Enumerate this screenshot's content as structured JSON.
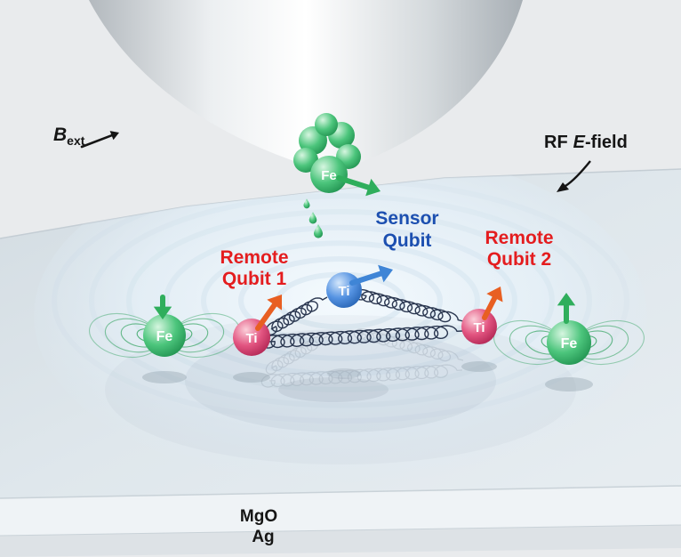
{
  "labels": {
    "b_ext": {
      "symbol": "B",
      "subscript": "ext",
      "color": "#151515"
    },
    "rf_field": {
      "prefix": "RF",
      "symbol": "E",
      "suffix": "-field",
      "color": "#151515"
    },
    "sensor_qubit": {
      "line1": "Sensor",
      "line2": "Qubit",
      "color": "#1c4fb0"
    },
    "remote_qubit_1": {
      "line1": "Remote",
      "line2": "Qubit 1",
      "color": "#e41d1f"
    },
    "remote_qubit_2": {
      "line1": "Remote",
      "line2": "Qubit 2",
      "color": "#e41d1f"
    },
    "substrate_layer_top": {
      "text": "MgO",
      "color": "#151515"
    },
    "substrate_layer_bottom": {
      "text": "Ag",
      "color": "#151515"
    }
  },
  "atoms": {
    "tip_fe": {
      "label": "Fe",
      "color": "#1f9e55"
    },
    "sensor_ti": {
      "label": "Ti",
      "color": "#1d5fb8"
    },
    "remote_ti_1": {
      "label": "Ti",
      "color": "#b81848"
    },
    "remote_ti_2": {
      "label": "Ti",
      "color": "#b81848"
    },
    "surface_fe_left": {
      "label": "Fe",
      "color": "#1f9e55"
    },
    "surface_fe_right": {
      "label": "Fe",
      "color": "#1f9e55"
    }
  },
  "colors": {
    "background": "#e9ebed",
    "spin_arrow_green": "#2fae5c",
    "spin_arrow_blue": "#3f85d6",
    "spin_arrow_orange": "#e85f22",
    "black_arrow": "#151515",
    "spring": "#202c47",
    "field_line_green": "#2ca05a"
  }
}
